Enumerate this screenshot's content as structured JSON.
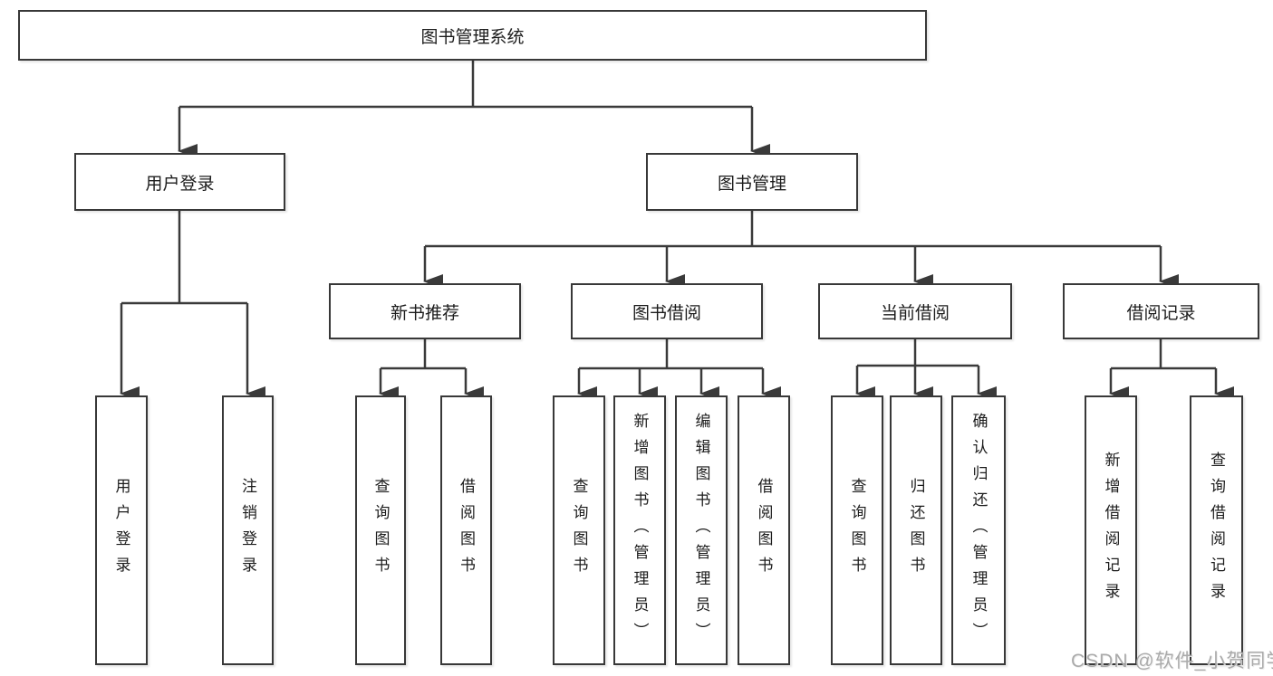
{
  "diagram": {
    "title": "图书管理系统",
    "branches": [
      {
        "label": "用户登录",
        "children": [
          {
            "label": "用户登录"
          },
          {
            "label": "注销登录"
          }
        ]
      },
      {
        "label": "图书管理",
        "children": [
          {
            "label": "新书推荐",
            "children": [
              {
                "label": "查询图书"
              },
              {
                "label": "借阅图书"
              }
            ]
          },
          {
            "label": "图书借阅",
            "children": [
              {
                "label": "查询图书"
              },
              {
                "label": "新增图书（管理员）"
              },
              {
                "label": "编辑图书（管理员）"
              },
              {
                "label": "借阅图书"
              }
            ]
          },
          {
            "label": "当前借阅",
            "children": [
              {
                "label": "查询图书"
              },
              {
                "label": "归还图书"
              },
              {
                "label": "确认归还（管理员）"
              }
            ]
          },
          {
            "label": "借阅记录",
            "children": [
              {
                "label": "新增借阅记录"
              },
              {
                "label": "查询借阅记录"
              }
            ]
          }
        ]
      }
    ]
  },
  "watermark": {
    "text": "CSDN @软件_小贺同学"
  },
  "colors": {
    "line": "#3a3a3a",
    "box_border": "#383838",
    "text": "#1c1c1c",
    "background": "#ffffff",
    "watermark": "#a4a4a4"
  }
}
